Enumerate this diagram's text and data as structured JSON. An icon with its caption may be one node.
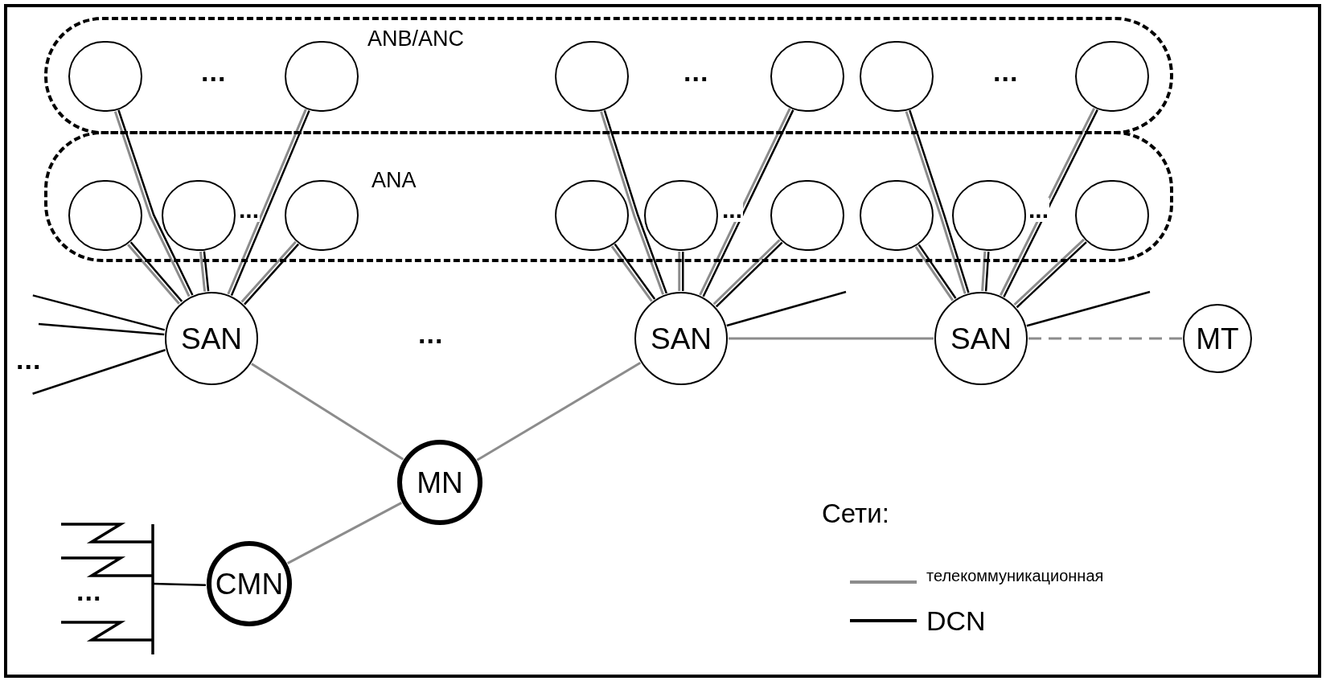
{
  "diagram": {
    "nodes": [
      {
        "text": [
          "ANB/ANC"
        ]
      },
      {
        "text": [],
        "shape": "circle",
        "in": 0
      },
      {
        "text": [],
        "shape": "circle",
        "in": 0
      },
      {
        "text": [],
        "shape": "circle",
        "in": 0
      },
      {
        "text": [],
        "shape": "circle",
        "in": 0
      },
      {
        "text": [],
        "shape": "circle",
        "in": 0
      },
      {
        "text": [],
        "shape": "circle",
        "in": 0
      },
      {
        "text": [
          "ANA"
        ]
      },
      {
        "text": [],
        "shape": "circle",
        "in": 7
      },
      {
        "text": [],
        "shape": "circle",
        "in": 7
      },
      {
        "text": [],
        "shape": "circle",
        "in": 7
      },
      {
        "text": [],
        "shape": "circle",
        "in": 7
      },
      {
        "text": [],
        "shape": "circle",
        "in": 7
      },
      {
        "text": [],
        "shape": "circle",
        "in": 7
      },
      {
        "text": [],
        "shape": "circle",
        "in": 7
      },
      {
        "text": [],
        "shape": "circle",
        "in": 7
      },
      {
        "text": [],
        "shape": "circle",
        "in": 7
      },
      {
        "text": [
          "SAN"
        ]
      },
      {
        "text": [
          "SAN"
        ]
      },
      {
        "text": [
          "SAN"
        ]
      },
      {
        "text": [
          "MT"
        ]
      },
      {
        "text": [
          "MN"
        ]
      },
      {
        "text": [
          "CMN"
        ]
      },
      {
        "text": [],
        "shape": "bar"
      }
    ],
    "edges": [
      {
        "from": 1,
        "to": 17,
        "arrow": "none"
      },
      {
        "from": 1,
        "to": 17,
        "arrow": "none",
        "color": "#8c8c8c"
      },
      {
        "from": 2,
        "to": 17,
        "arrow": "none"
      },
      {
        "from": 2,
        "to": 17,
        "arrow": "none",
        "color": "#8c8c8c"
      },
      {
        "from": 8,
        "to": 17,
        "arrow": "none"
      },
      {
        "from": 8,
        "to": 17,
        "arrow": "none",
        "color": "#8c8c8c"
      },
      {
        "from": 9,
        "to": 17,
        "arrow": "none"
      },
      {
        "from": 9,
        "to": 17,
        "arrow": "none",
        "color": "#8c8c8c"
      },
      {
        "from": 10,
        "to": 17,
        "arrow": "none"
      },
      {
        "from": 10,
        "to": 17,
        "arrow": "none",
        "color": "#8c8c8c"
      },
      {
        "from": 3,
        "to": 18,
        "arrow": "none"
      },
      {
        "from": 3,
        "to": 18,
        "arrow": "none",
        "color": "#8c8c8c"
      },
      {
        "from": 4,
        "to": 18,
        "arrow": "none"
      },
      {
        "from": 4,
        "to": 18,
        "arrow": "none",
        "color": "#8c8c8c"
      },
      {
        "from": 11,
        "to": 18,
        "arrow": "none"
      },
      {
        "from": 11,
        "to": 18,
        "arrow": "none",
        "color": "#8c8c8c"
      },
      {
        "from": 12,
        "to": 18,
        "arrow": "none"
      },
      {
        "from": 12,
        "to": 18,
        "arrow": "none",
        "color": "#8c8c8c"
      },
      {
        "from": 13,
        "to": 18,
        "arrow": "none"
      },
      {
        "from": 13,
        "to": 18,
        "arrow": "none",
        "color": "#8c8c8c"
      },
      {
        "from": 5,
        "to": 19,
        "arrow": "none"
      },
      {
        "from": 5,
        "to": 19,
        "arrow": "none",
        "color": "#8c8c8c"
      },
      {
        "from": 6,
        "to": 19,
        "arrow": "none"
      },
      {
        "from": 6,
        "to": 19,
        "arrow": "none",
        "color": "#8c8c8c"
      },
      {
        "from": 14,
        "to": 19,
        "arrow": "none"
      },
      {
        "from": 14,
        "to": 19,
        "arrow": "none",
        "color": "#8c8c8c"
      },
      {
        "from": 15,
        "to": 19,
        "arrow": "none"
      },
      {
        "from": 15,
        "to": 19,
        "arrow": "none",
        "color": "#8c8c8c"
      },
      {
        "from": 16,
        "to": 19,
        "arrow": "none"
      },
      {
        "from": 16,
        "to": 19,
        "arrow": "none",
        "color": "#8c8c8c"
      },
      {
        "from": 17,
        "to": null,
        "arrow": "none"
      },
      {
        "from": 17,
        "to": null,
        "arrow": "none"
      },
      {
        "from": 17,
        "to": null,
        "arrow": "none"
      },
      {
        "from": 18,
        "to": null,
        "arrow": "none"
      },
      {
        "from": 19,
        "to": null,
        "arrow": "none"
      },
      {
        "from": 17,
        "to": 21,
        "arrow": "none",
        "color": "#8c8c8c"
      },
      {
        "from": 18,
        "to": 21,
        "arrow": "none",
        "color": "#8c8c8c"
      },
      {
        "from": 21,
        "to": 22,
        "arrow": "none",
        "color": "#8c8c8c"
      },
      {
        "from": 18,
        "to": 19,
        "arrow": "none",
        "color": "#8c8c8c"
      },
      {
        "from": 19,
        "to": 20,
        "arrow": "none",
        "style": "dashed",
        "color": "#8c8c8c"
      },
      {
        "from": 22,
        "to": 23,
        "arrow": "none"
      }
    ],
    "labels": [
      "...",
      "...",
      "...",
      "...",
      "...",
      "...",
      "...",
      "...",
      "...",
      "Сети:"
    ],
    "legend": [
      {
        "text": "телекоммуникационная"
      },
      {
        "text": "DCN"
      }
    ]
  }
}
